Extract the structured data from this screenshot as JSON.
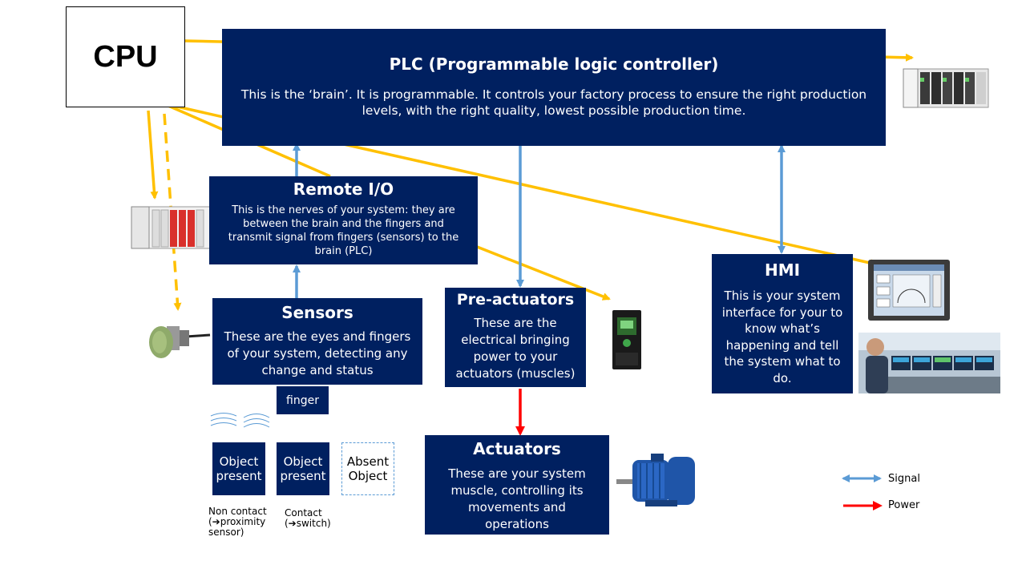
{
  "cpu": {
    "label": "CPU"
  },
  "plc": {
    "title": "PLC (Programmable logic controller)",
    "body": "This is the ‘brain’. It is programmable. It controls your  factory process to ensure the right production levels, with the right quality, lowest possible production time."
  },
  "remote_io": {
    "title": "Remote I/O",
    "body": "This is the nerves of your system: they are between the brain and the fingers and transmit signal from fingers (sensors) to the brain (PLC)"
  },
  "sensors": {
    "title": "Sensors",
    "body": "These are the eyes and fingers of your system, detecting any change and status"
  },
  "pre_actuators": {
    "title": "Pre-actuators",
    "body": "These are the electrical bringing power to your actuators (muscles)"
  },
  "actuators": {
    "title": "Actuators",
    "body": "These are your system muscle, controlling its movements and operations"
  },
  "hmi": {
    "title": "HMI",
    "body": "This is your system interface for your to know what’s happening and tell the system what to do."
  },
  "finger": {
    "label": "finger"
  },
  "objects": {
    "obj1": "Object present",
    "obj2": "Object present",
    "obj3": "Absent Object"
  },
  "captions": {
    "non_contact": "Non contact (➔proximity sensor)",
    "contact": "Contact (➔switch)"
  },
  "legend": {
    "signal": "Signal",
    "power": "Power",
    "signal_color": "#5b9bd5",
    "power_color": "#ff0000"
  },
  "colors": {
    "box_fill": "#002060",
    "cpu_arrow": "#ffc000"
  }
}
